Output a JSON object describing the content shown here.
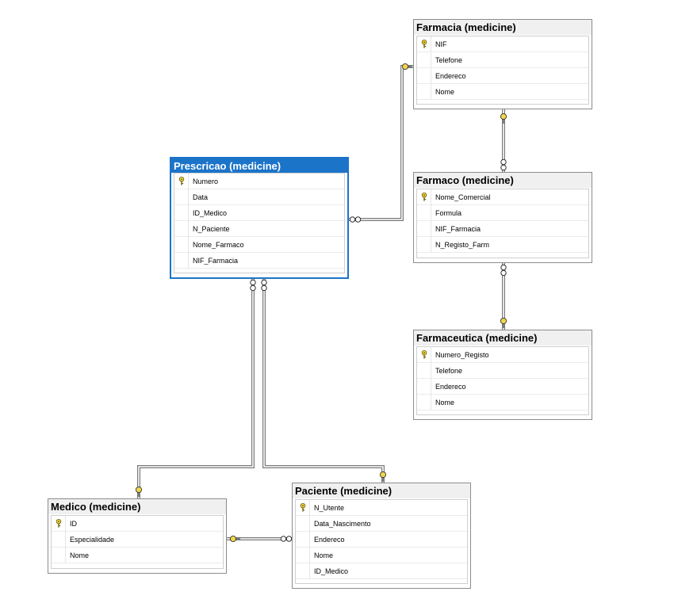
{
  "tables": {
    "farmacia": {
      "title": "Farmacia (medicine)",
      "columns": [
        {
          "name": "NIF",
          "pk": true
        },
        {
          "name": "Telefone",
          "pk": false
        },
        {
          "name": "Endereco",
          "pk": false
        },
        {
          "name": "Nome",
          "pk": false
        }
      ]
    },
    "prescricao": {
      "title": "Prescricao (medicine)",
      "selected": true,
      "columns": [
        {
          "name": "Numero",
          "pk": true
        },
        {
          "name": "Data",
          "pk": false
        },
        {
          "name": "ID_Medico",
          "pk": false
        },
        {
          "name": "N_Paciente",
          "pk": false
        },
        {
          "name": "Nome_Farmaco",
          "pk": false
        },
        {
          "name": "NIF_Farmacia",
          "pk": false
        }
      ]
    },
    "farmaco": {
      "title": "Farmaco (medicine)",
      "columns": [
        {
          "name": "Nome_Comercial",
          "pk": true
        },
        {
          "name": "Formula",
          "pk": false
        },
        {
          "name": "NIF_Farmacia",
          "pk": false
        },
        {
          "name": "N_Registo_Farm",
          "pk": false
        }
      ]
    },
    "farmaceutica": {
      "title": "Farmaceutica (medicine)",
      "columns": [
        {
          "name": "Numero_Registo",
          "pk": true
        },
        {
          "name": "Telefone",
          "pk": false
        },
        {
          "name": "Endereco",
          "pk": false
        },
        {
          "name": "Nome",
          "pk": false
        }
      ]
    },
    "medico": {
      "title": "Medico (medicine)",
      "columns": [
        {
          "name": "ID",
          "pk": true
        },
        {
          "name": "Especialidade",
          "pk": false
        },
        {
          "name": "Nome",
          "pk": false
        }
      ]
    },
    "paciente": {
      "title": "Paciente (medicine)",
      "columns": [
        {
          "name": "N_Utente",
          "pk": true
        },
        {
          "name": "Data_Nascimento",
          "pk": false
        },
        {
          "name": "Endereco",
          "pk": false
        },
        {
          "name": "Nome",
          "pk": false
        },
        {
          "name": "ID_Medico",
          "pk": false
        }
      ]
    }
  },
  "relationships": [
    {
      "from": "prescricao",
      "to": "farmacia"
    },
    {
      "from": "farmaco",
      "to": "farmacia"
    },
    {
      "from": "farmaco",
      "to": "farmaceutica"
    },
    {
      "from": "prescricao",
      "to": "medico"
    },
    {
      "from": "prescricao",
      "to": "paciente"
    },
    {
      "from": "paciente",
      "to": "medico"
    }
  ],
  "colors": {
    "selected_header": "#1c74c9",
    "key_icon": "#f2d44a",
    "line": "#7a7a7a"
  }
}
